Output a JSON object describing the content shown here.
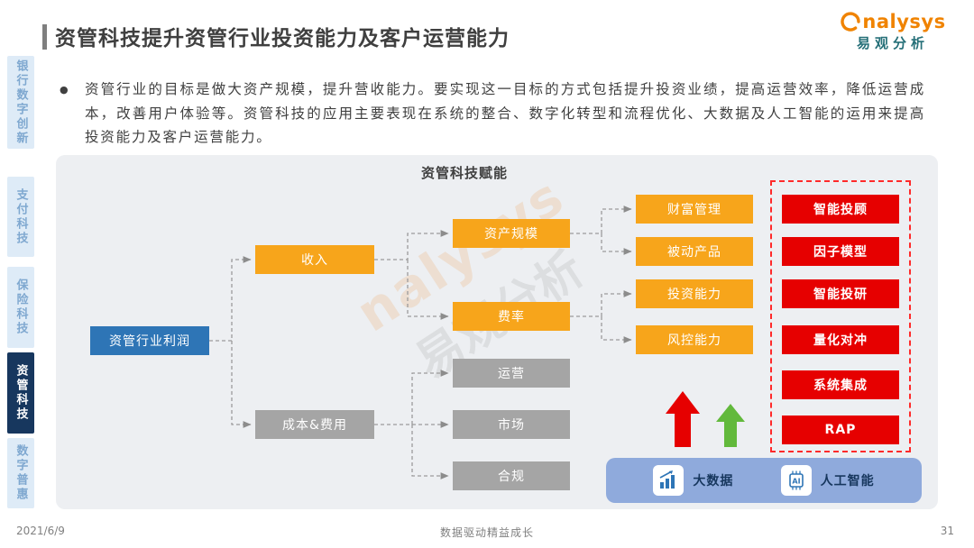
{
  "header": {
    "title": "资管科技提升资管行业投资能力及客户运营能力",
    "bullet_marker": "●",
    "bullet_text": "资管行业的目标是做大资产规模，提升营收能力。要实现这一目标的方式包括提升投资业绩，提高运营效率，降低运营成本，改善用户体验等。资管科技的应用主要表现在系统的整合、数字化转型和流程优化、大数据及人工智能的运用来提高投资能力及客户运营能力。"
  },
  "logo": {
    "brand": "nalysys",
    "cn": "易观分析"
  },
  "sidebar": {
    "items": [
      {
        "label": "银行数字创新"
      },
      {
        "label": "支付科技"
      },
      {
        "label": "保险科技"
      },
      {
        "label": "资管科技"
      },
      {
        "label": "数字普惠"
      }
    ],
    "active_index": 3
  },
  "diagram": {
    "title": "资管科技赋能",
    "root": {
      "label": "资管行业利润"
    },
    "income": {
      "label": "收入"
    },
    "cost": {
      "label": "成本&费用"
    },
    "income_children": [
      {
        "label": "资产规模"
      },
      {
        "label": "费率"
      }
    ],
    "asset_children": [
      {
        "label": "财富管理"
      },
      {
        "label": "被动产品"
      }
    ],
    "fee_children": [
      {
        "label": "投资能力"
      },
      {
        "label": "风控能力"
      }
    ],
    "cost_children": [
      {
        "label": "运营"
      },
      {
        "label": "市场"
      },
      {
        "label": "合规"
      }
    ],
    "tech_items": [
      {
        "label": "智能投顾"
      },
      {
        "label": "因子模型"
      },
      {
        "label": "智能投研"
      },
      {
        "label": "量化对冲"
      },
      {
        "label": "系统集成"
      },
      {
        "label": "RAP"
      }
    ],
    "legend": [
      {
        "label": "大数据"
      },
      {
        "label": "人工智能"
      }
    ],
    "ai_icon_glyph": "AI"
  },
  "colors": {
    "orange_box": "#F7A51B",
    "gray_box": "#A5A5A5",
    "blue_box": "#2E75B6",
    "red_box": "#E60000",
    "red_arrow": "#E60000",
    "green_arrow": "#62B93C",
    "legend_bar": "#8FAADC",
    "sidebar_active": "#17375E"
  },
  "watermark": {
    "brand": "nalysys",
    "cn": "易观分析"
  },
  "footer": {
    "date": "2021/6/9",
    "slogan": "数据驱动精益成长",
    "page": "31"
  }
}
